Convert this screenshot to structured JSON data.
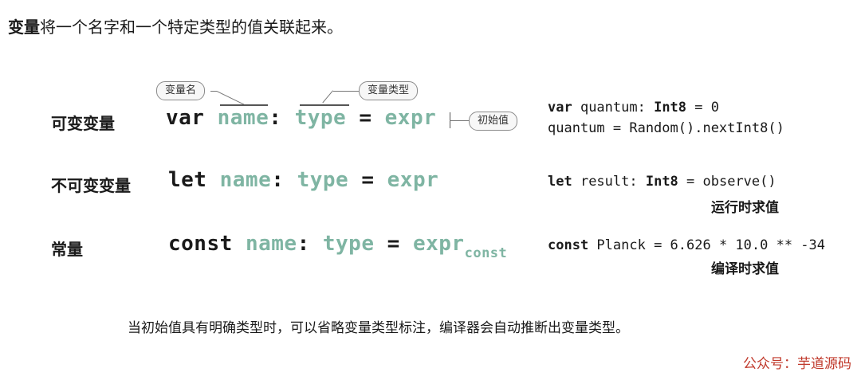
{
  "intro": {
    "bold": "变量",
    "rest": "将一个名字和一个特定类型的值关联起来。"
  },
  "callouts": {
    "name": "变量名",
    "type": "变量类型",
    "init": "初始值"
  },
  "rows": [
    {
      "label": "可变变量",
      "keyword": "var",
      "name": "name",
      "colon": ":",
      "type": "type",
      "eq": "=",
      "expr": "expr",
      "code1_kw": "var",
      "code1_rest": " quantum: ",
      "code1_type": "Int8",
      "code1_tail": " = 0",
      "code2": "quantum = Random().nextInt8()"
    },
    {
      "label": "不可变变量",
      "keyword": "let",
      "name": "name",
      "colon": ":",
      "type": "type",
      "eq": "=",
      "expr": "expr",
      "code1_kw": "let",
      "code1_rest": " result: ",
      "code1_type": "Int8",
      "code1_tail": " = observe()",
      "note": "运行时求值"
    },
    {
      "label": "常量",
      "keyword": "const",
      "name": "name",
      "colon": ":",
      "type": "type",
      "eq": "=",
      "expr": "expr",
      "expr_sub": "const",
      "code1_kw": "const",
      "code1_rest": " Planck = 6.626 * 10.0 ** -34",
      "note": "编译时求值"
    }
  ],
  "footer": "当初始值具有明确类型时，可以省略变量类型标注，编译器会自动推断出变量类型。",
  "watermark": "公众号：芋道源码",
  "colors": {
    "accent": "#7fb5a3",
    "watermark": "#c0392b"
  }
}
